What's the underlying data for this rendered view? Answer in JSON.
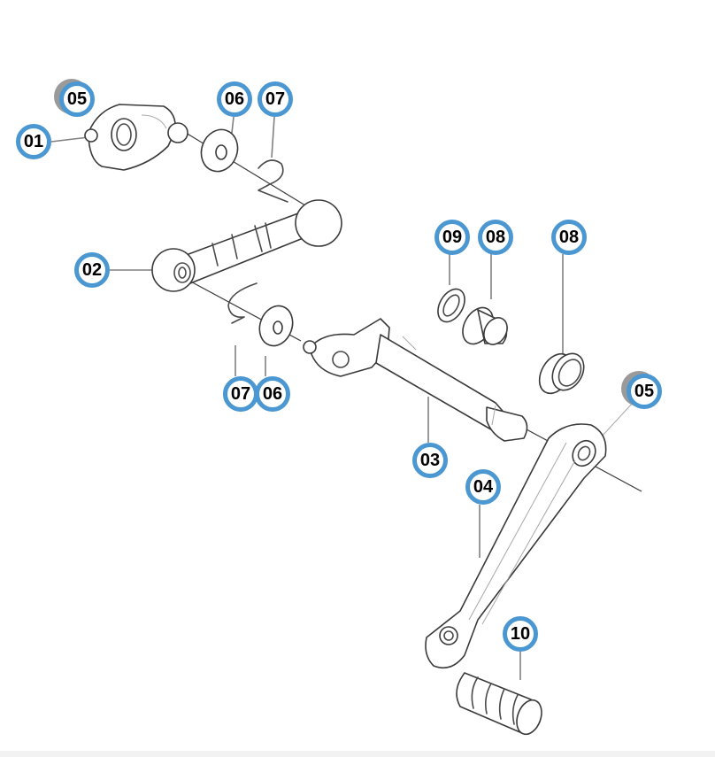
{
  "diagram": {
    "title": "Gear shift lever assembly exploded view",
    "accent_color": "#4a97d2",
    "callouts": [
      {
        "id": "c01",
        "label": "01",
        "part": "shift-lever-clamp"
      },
      {
        "id": "c05a",
        "label": "05",
        "part": "bolt"
      },
      {
        "id": "c06a",
        "label": "06",
        "part": "washer"
      },
      {
        "id": "c07a",
        "label": "07",
        "part": "retaining-clip"
      },
      {
        "id": "c02",
        "label": "02",
        "part": "linkage-rod"
      },
      {
        "id": "c09",
        "label": "09",
        "part": "seal-ring"
      },
      {
        "id": "c08a",
        "label": "08",
        "part": "bushing"
      },
      {
        "id": "c08b",
        "label": "08",
        "part": "bushing"
      },
      {
        "id": "c07b",
        "label": "07",
        "part": "retaining-clip"
      },
      {
        "id": "c06b",
        "label": "06",
        "part": "washer"
      },
      {
        "id": "c05b",
        "label": "05",
        "part": "bolt"
      },
      {
        "id": "c03",
        "label": "03",
        "part": "shift-shaft"
      },
      {
        "id": "c04",
        "label": "04",
        "part": "shift-pedal-arm"
      },
      {
        "id": "c10",
        "label": "10",
        "part": "pedal-rubber"
      }
    ]
  }
}
